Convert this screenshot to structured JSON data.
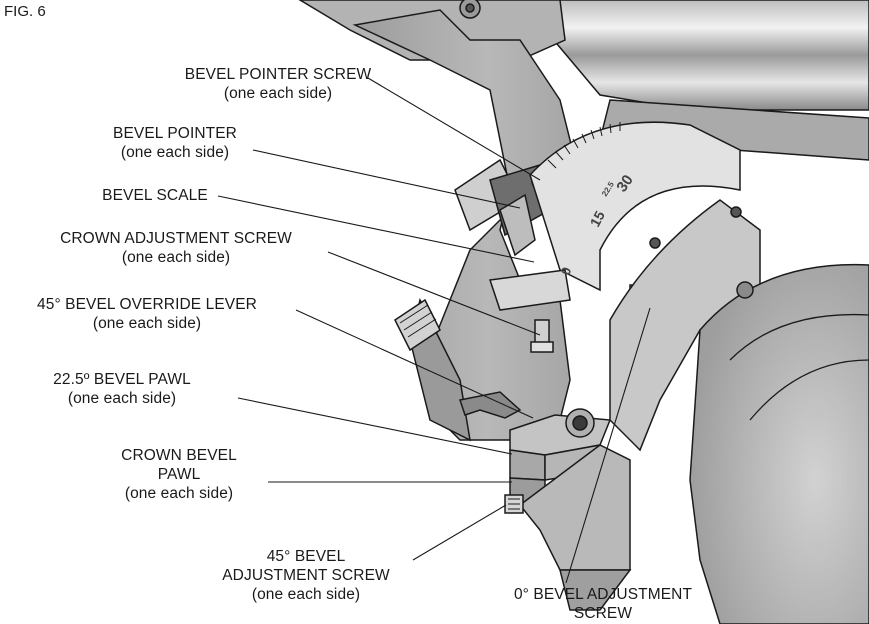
{
  "figure": {
    "number": "FIG. 6"
  },
  "scale_ticks": [
    "0",
    "15",
    "22.5",
    "30"
  ],
  "callouts": {
    "bevel_pointer_screw": [
      "BEVEL POINTER SCREW",
      "(one each side)"
    ],
    "bevel_pointer": [
      "BEVEL POINTER",
      "(one each side)"
    ],
    "bevel_scale": [
      "BEVEL SCALE"
    ],
    "crown_adjustment_screw": [
      "CROWN ADJUSTMENT SCREW",
      "(one each side)"
    ],
    "override_lever": [
      "45° BEVEL OVERRIDE LEVER",
      "(one each side)"
    ],
    "pawl_22_5": [
      "22.5º BEVEL PAWL",
      "(one each side)"
    ],
    "crown_bevel_pawl": [
      "CROWN BEVEL",
      "PAWL",
      "(one each side)"
    ],
    "adj_screw_45": [
      "45° BEVEL",
      "ADJUSTMENT SCREW",
      "(one each side)"
    ],
    "adj_screw_0": [
      "0° BEVEL ADJUSTMENT",
      "SCREW"
    ]
  },
  "colors": {
    "line": "#1a1a1a",
    "metal_dark": "#8f8f8f",
    "metal_mid": "#b4b4b4",
    "metal_light": "#d6d6d6"
  }
}
